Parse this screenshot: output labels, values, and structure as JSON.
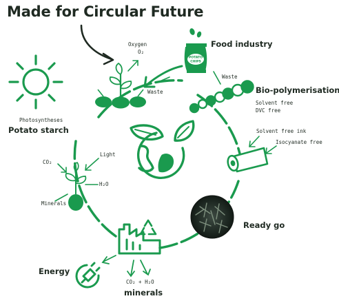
{
  "title": "Made for Circular Future",
  "labels": {
    "food_industry": "Food industry",
    "bio_polymerisation": "Bio-polymerisation",
    "solvent_free": "Solvent free",
    "dvc_free": "DVC free",
    "solvent_free_ink": "Solvent free ink",
    "isocyanate_free": "Isocyanate free",
    "ready_go": "Ready go",
    "energy": "Energy",
    "co2_h2o": "CO₂ + H₂O",
    "minerals_bottom": "minerals",
    "photosyntheses": "Photosyntheses",
    "potato_starch": "Potato starch",
    "co2": "CO₂",
    "light": "Light",
    "h2o": "H₂O",
    "minerals": "Minerals",
    "oxygen": "Oxygen",
    "o2": "O₂",
    "waste_top": "Waste",
    "waste_right": "Waste"
  },
  "chips_text": {
    "line1": "POTATO",
    "line2": "CHIPS"
  },
  "colors": {
    "green": "#1a9a4e",
    "dark": "#1f2a22"
  },
  "icons": [
    "sun-icon",
    "plant-icon",
    "chips-bag-icon",
    "polymer-chain-icon",
    "film-roll-icon",
    "leaf-globe-icon",
    "seed-sprout-icon",
    "factory-icon",
    "recycle-icon",
    "plug-icon",
    "microscope-photo"
  ]
}
